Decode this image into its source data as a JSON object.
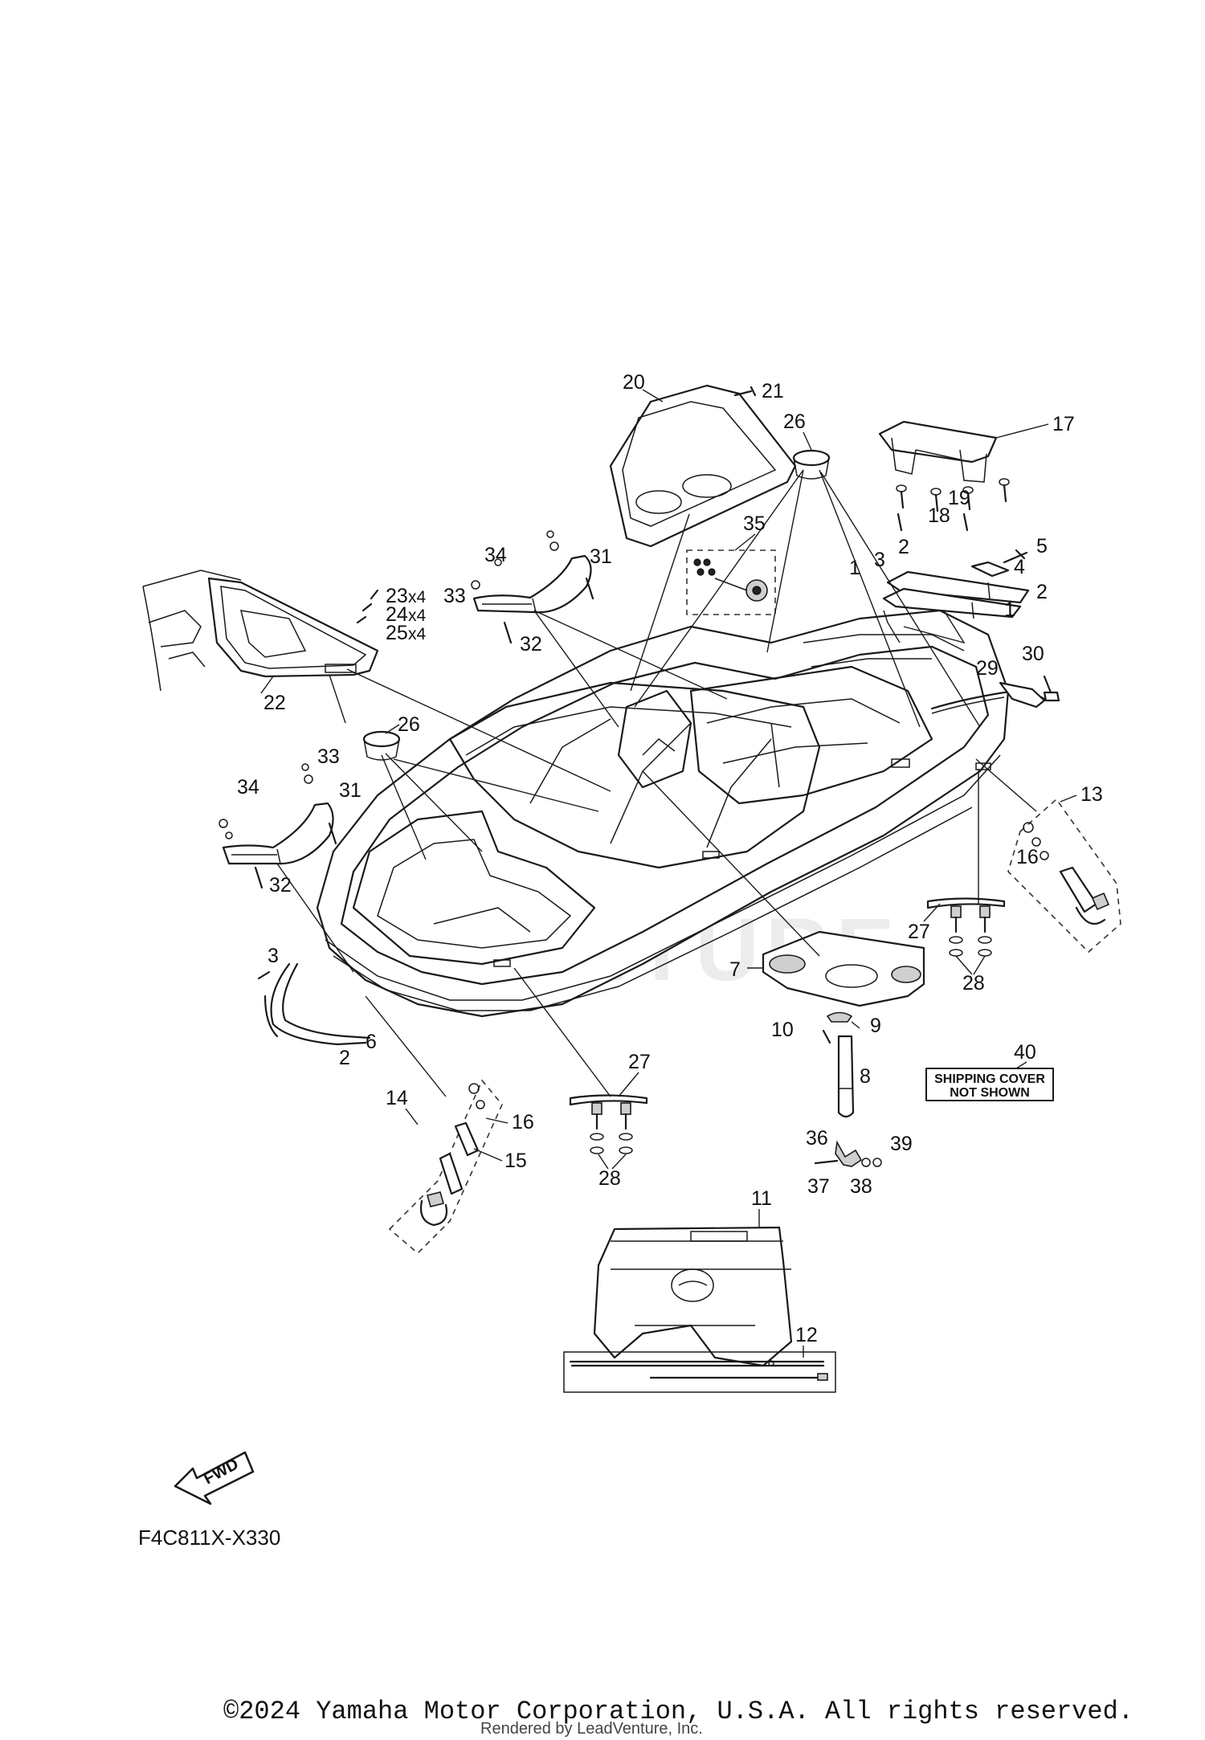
{
  "labels": {
    "l20": "20",
    "l21": "21",
    "l26a": "26",
    "l17": "17",
    "l19": "19",
    "l18": "18",
    "l35": "35",
    "l34a": "34",
    "l31a": "31",
    "l33a": "33",
    "l32a": "32",
    "l23": "23",
    "l24": "24",
    "l25": "25",
    "x4": "x4",
    "l2a": "2",
    "l3a": "3",
    "l5": "5",
    "l4": "4",
    "l2b": "2",
    "l1a": "1",
    "l1b": "1",
    "l30": "30",
    "l29": "29",
    "l22": "22",
    "l26b": "26",
    "l33b": "33",
    "l34b": "34",
    "l31b": "31",
    "l32b": "32",
    "l13": "13",
    "l16a": "16",
    "l27a": "27",
    "l28a": "28",
    "l3b": "3",
    "l6": "6",
    "l2c": "2",
    "l7": "7",
    "l9": "9",
    "l10": "10",
    "l8": "8",
    "l40": "40",
    "l14": "14",
    "l16b": "16",
    "l15": "15",
    "l27b": "27",
    "l28b": "28",
    "l36": "36",
    "l39": "39",
    "l37": "37",
    "l38": "38",
    "l11": "11",
    "l12": "12"
  },
  "note": {
    "line1": "SHIPPING COVER",
    "line2": "NOT SHOWN"
  },
  "fwd_label": "FWD",
  "figure_code": "F4C811X-X330",
  "watermark": "VENTURE",
  "copyright": "©2024 Yamaha Motor Corporation, U.S.A. All rights reserved.",
  "rendered_by": "Rendered by LeadVenture, Inc."
}
